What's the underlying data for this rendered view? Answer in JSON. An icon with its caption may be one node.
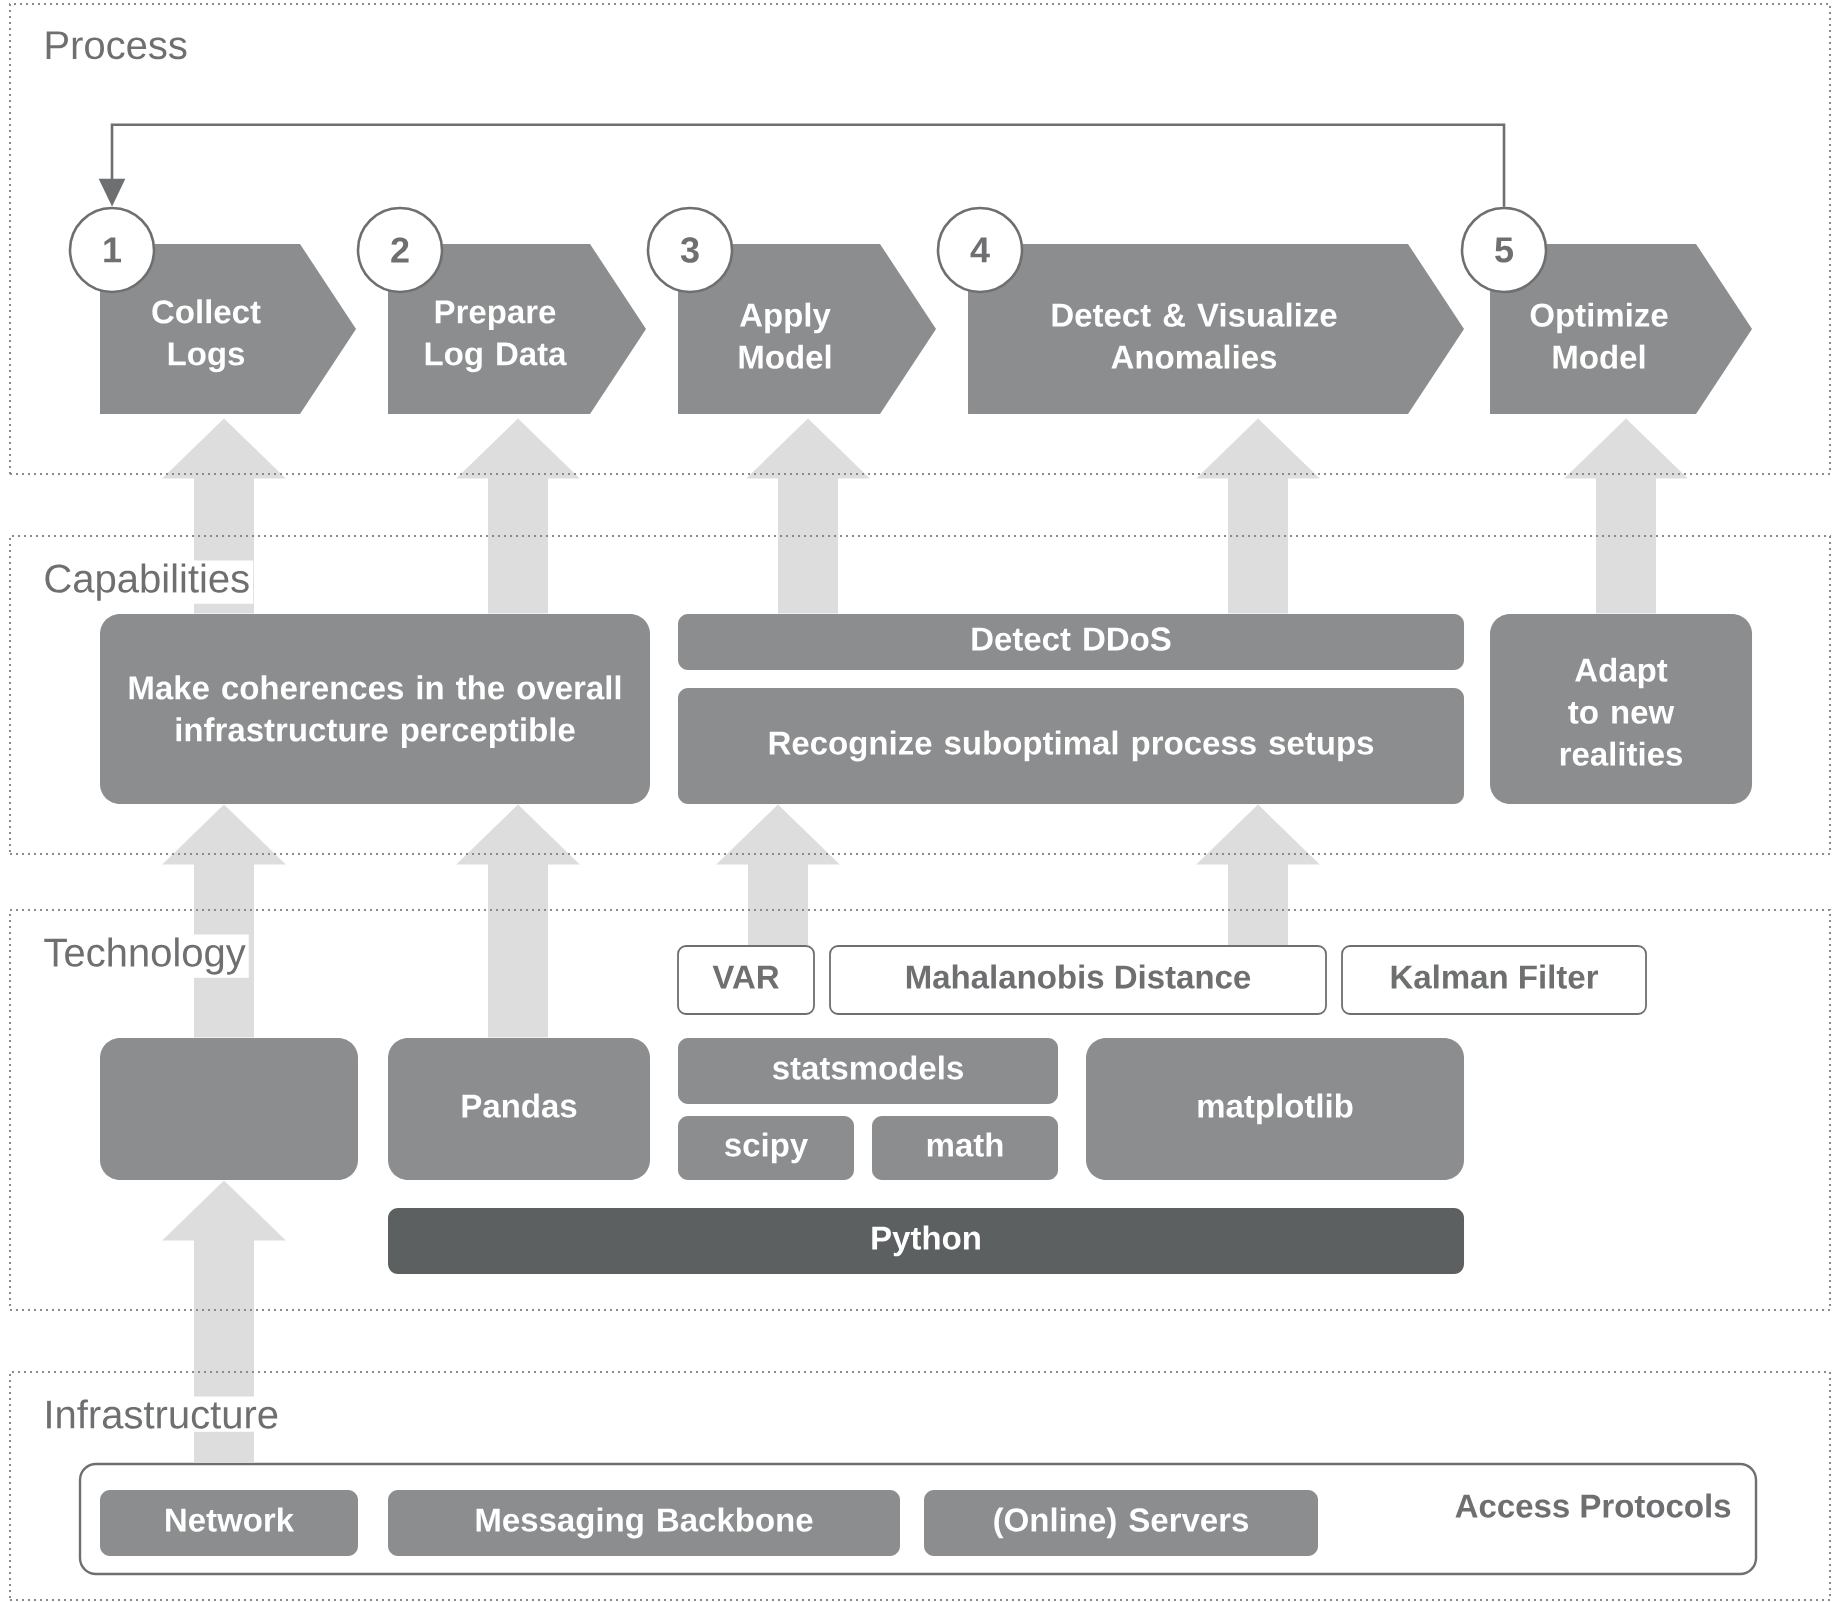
{
  "diagram": {
    "nodes": [
      {
        "text": [
          "Process"
        ]
      },
      {
        "text": [
          "1"
        ],
        "in": 0
      },
      {
        "text": [
          "Collect Logs"
        ],
        "in": 0
      },
      {
        "text": [
          "2"
        ],
        "in": 0
      },
      {
        "text": [
          "Prepare Log Data"
        ],
        "in": 0
      },
      {
        "text": [
          "3"
        ],
        "in": 0
      },
      {
        "text": [
          "Apply Model"
        ],
        "in": 0
      },
      {
        "text": [
          "4"
        ],
        "in": 0
      },
      {
        "text": [
          "Detect & Visualize Anomalies"
        ],
        "in": 0
      },
      {
        "text": [
          "5"
        ],
        "in": 0
      },
      {
        "text": [
          "Optimize Model"
        ],
        "in": 0
      },
      {
        "text": [
          "Capabilities"
        ]
      },
      {
        "text": [
          "Make coherences in the overall infrastructure perceptible"
        ],
        "in": 11
      },
      {
        "text": [
          "Detect DDoS"
        ],
        "in": 11
      },
      {
        "text": [
          "Recognize suboptimal process setups"
        ],
        "in": 11
      },
      {
        "text": [
          "Adapt to new realities"
        ],
        "in": 11
      },
      {
        "text": [
          "Technology"
        ]
      },
      {
        "text": [
          "VAR"
        ],
        "in": 16
      },
      {
        "text": [
          "Mahalanobis Distance"
        ],
        "in": 16
      },
      {
        "text": [
          "Kalman Filter"
        ],
        "in": 16
      },
      {
        "text": [],
        "shape": "box",
        "in": 16
      },
      {
        "text": [
          "Pandas"
        ],
        "in": 16
      },
      {
        "text": [
          "statsmodels"
        ],
        "in": 16
      },
      {
        "text": [
          "matplotlib"
        ],
        "in": 16
      },
      {
        "text": [
          "scipy"
        ],
        "in": 16
      },
      {
        "text": [
          "math"
        ],
        "in": 16
      },
      {
        "text": [
          "Python"
        ],
        "in": 16
      },
      {
        "text": [
          "Infrastructure"
        ]
      },
      {
        "text": [
          "Access Protocols"
        ],
        "in": 27
      },
      {
        "text": [
          "Network"
        ],
        "in": 28
      },
      {
        "text": [
          "Messaging Backbone"
        ],
        "in": 28
      },
      {
        "text": [
          "(Online) Servers"
        ],
        "in": 28
      }
    ],
    "edges": [
      {
        "from": 9,
        "to": 1,
        "arrow": "to",
        "color": "#6e6f71"
      },
      {
        "from": 12,
        "to": 2,
        "arrow": "to"
      },
      {
        "from": 12,
        "to": 4,
        "arrow": "to"
      },
      {
        "from": 13,
        "to": 6,
        "arrow": "to"
      },
      {
        "from": 13,
        "to": 8,
        "arrow": "to"
      },
      {
        "from": 15,
        "to": 10,
        "arrow": "to"
      },
      {
        "from": 20,
        "to": 12,
        "arrow": "to"
      },
      {
        "from": 21,
        "to": 12,
        "arrow": "to"
      },
      {
        "from": 17,
        "to": 14,
        "arrow": "to"
      },
      {
        "from": 18,
        "to": 14,
        "arrow": "to"
      },
      {
        "from": 28,
        "to": 20,
        "arrow": "to"
      }
    ]
  }
}
